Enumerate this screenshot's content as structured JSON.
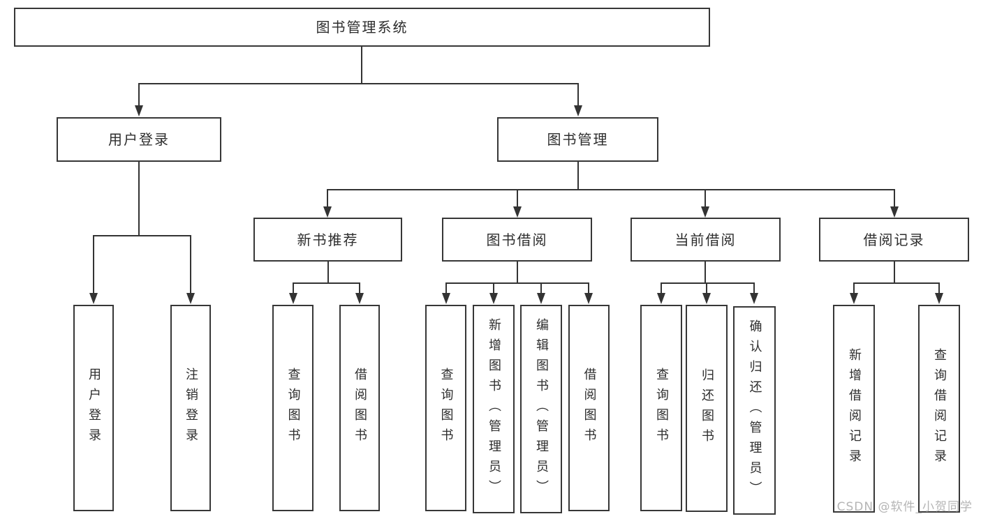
{
  "colors": {
    "line": "#333333",
    "box_border": "#373737",
    "text": "#2d2d2d",
    "watermark": "#b5b5b5",
    "background": "#ffffff"
  },
  "tree": {
    "root": "图书管理系统",
    "branches": [
      {
        "label": "用户登录",
        "children": [
          "用户登录",
          "注销登录"
        ]
      },
      {
        "label": "图书管理",
        "children": [
          {
            "label": "新书推荐",
            "children": [
              "查询图书",
              "借阅图书"
            ]
          },
          {
            "label": "图书借阅",
            "children": [
              "查询图书",
              "新增图书（管理员）",
              "编辑图书（管理员）",
              "借阅图书"
            ]
          },
          {
            "label": "当前借阅",
            "children": [
              "查询图书",
              "归还图书",
              "确认归还（管理员）"
            ]
          },
          {
            "label": "借阅记录",
            "children": [
              "新增借阅记录",
              "查询借阅记录"
            ]
          }
        ]
      }
    ]
  },
  "watermark": "CSDN @软件_小贺同学"
}
